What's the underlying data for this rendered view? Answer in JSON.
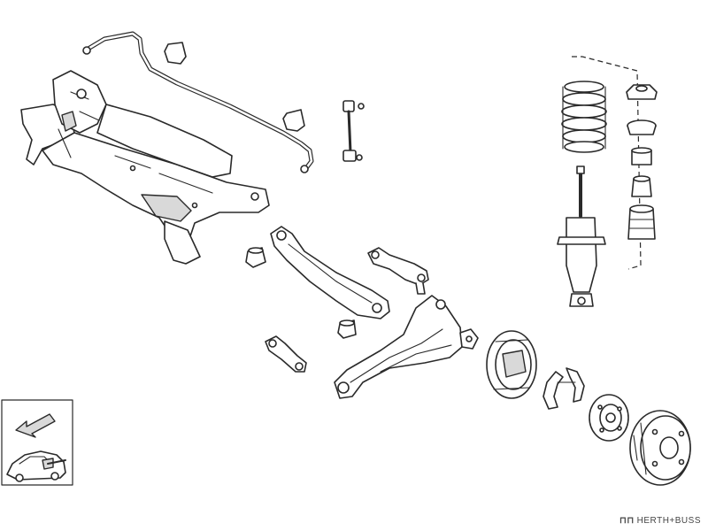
{
  "brand": {
    "logo_text": "HERTH+BUSS",
    "mark_glyph": "⊓⊓"
  },
  "inset": {
    "icon": "car-rear-location-icon",
    "arrow": "direction-arrow-icon"
  },
  "parts": [
    "rear-subframe",
    "anti-roll-bar",
    "anti-roll-bar-bushing",
    "stabilizer-link",
    "coil-spring",
    "strut-top-mount",
    "bump-stop",
    "dust-boot",
    "shock-absorber",
    "lower-control-arm",
    "control-arm-bushing",
    "upper-control-arm",
    "tie-rod",
    "trailing-arm-knuckle",
    "brake-drum-backing-plate",
    "brake-shoes",
    "wheel-hub",
    "brake-drum"
  ]
}
